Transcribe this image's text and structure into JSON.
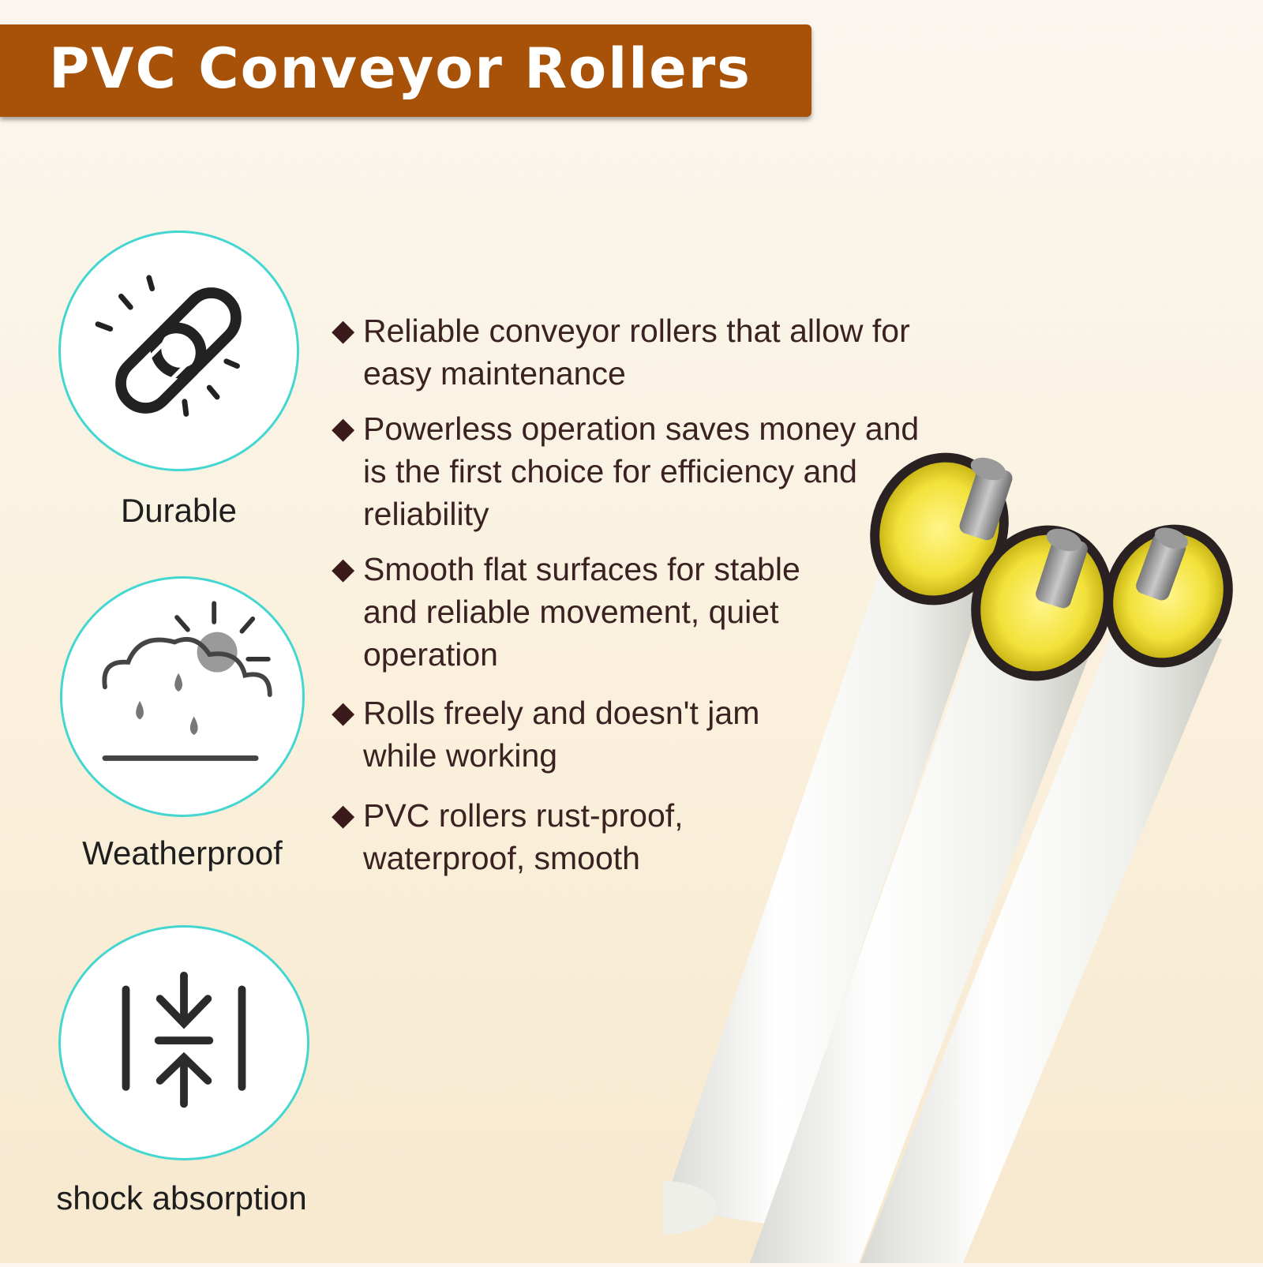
{
  "title": "PVC Conveyor Rollers",
  "features": [
    {
      "label": "Durable",
      "icon": "chain-link-icon"
    },
    {
      "label": "Weatherproof",
      "icon": "weather-icon"
    },
    {
      "label": "shock absorption",
      "icon": "compress-arrows-icon"
    }
  ],
  "bullets": [
    {
      "marker": "◆",
      "lines": [
        "Reliable conveyor rollers that allow for",
        "easy maintenance"
      ]
    },
    {
      "marker": "◆",
      "lines": [
        "Powerless operation saves money and",
        "is the first choice for efficiency and",
        "reliability"
      ]
    },
    {
      "marker": "◆",
      "lines": [
        "Smooth flat surfaces for stable",
        "and reliable movement, quiet",
        "operation"
      ]
    },
    {
      "marker": "◆",
      "lines": [
        "Rolls freely and doesn't jam",
        "while working"
      ]
    },
    {
      "marker": "◆",
      "lines": [
        "PVC rollers rust-proof,",
        "waterproof, smooth"
      ]
    }
  ],
  "colors": {
    "banner": "#a85108",
    "circle_border": "#44d6d0",
    "bullet_text": "#3a2222"
  }
}
